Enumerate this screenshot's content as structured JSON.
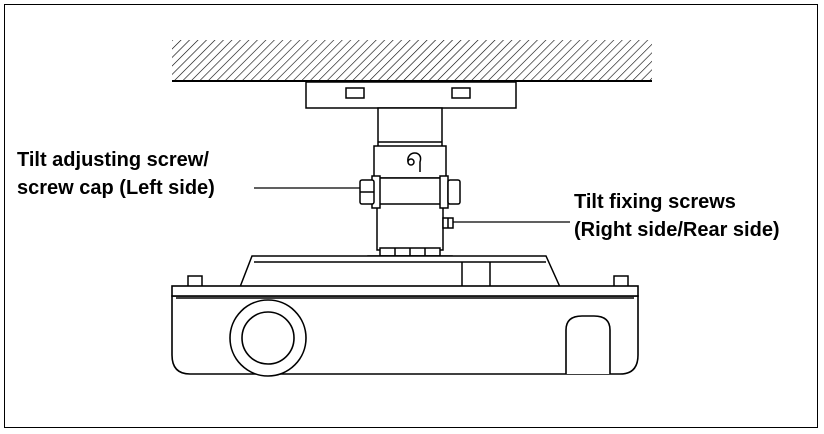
{
  "callouts": {
    "tilt_adjusting": {
      "line1": "Tilt adjusting screw/",
      "line2": "screw cap (Left side)"
    },
    "tilt_fixing": {
      "line1": "Tilt fixing screws",
      "line2": "(Right side/Rear side)"
    }
  },
  "colors": {
    "line": "#000000",
    "background": "#ffffff"
  }
}
